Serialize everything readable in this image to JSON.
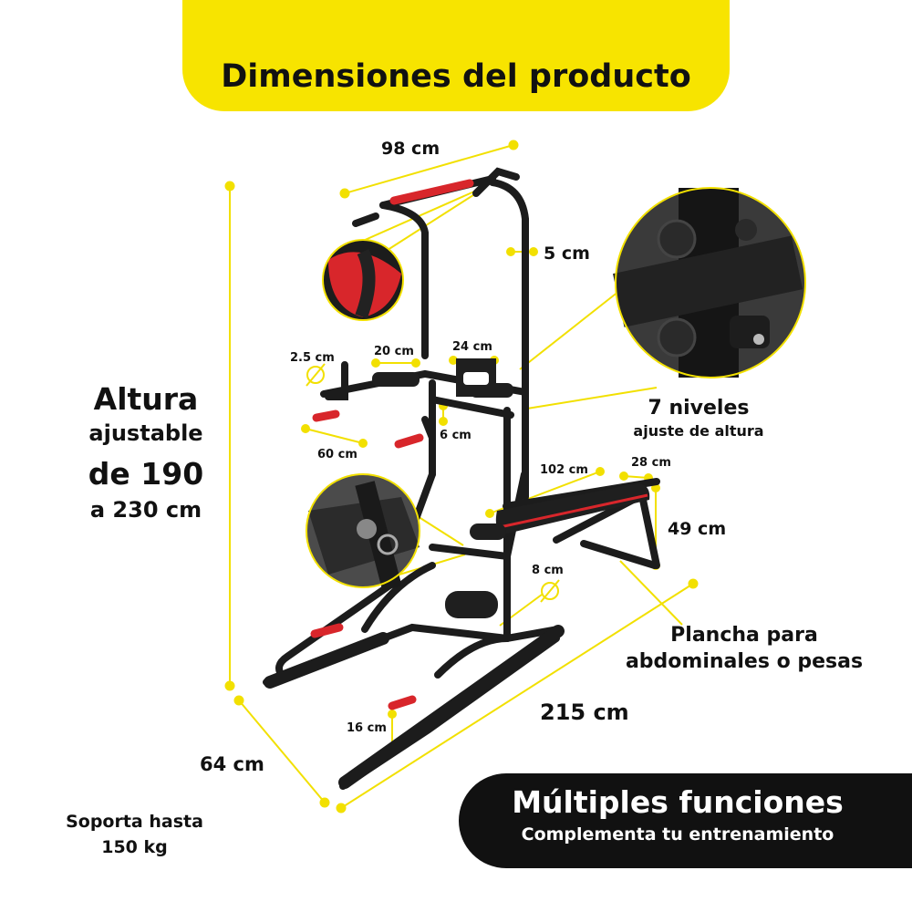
{
  "header": {
    "title": "Dimensiones del producto"
  },
  "dimensions": {
    "width_top": "98 cm",
    "bar_5": "5 cm",
    "grip_diam": "2.5 cm",
    "pad_20": "20 cm",
    "back_24": "24 cm",
    "arm_60": "60 cm",
    "gap_6": "6 cm",
    "bench_102": "102 cm",
    "bench_28": "28 cm",
    "bench_49": "49 cm",
    "tube_8": "8 cm",
    "foot_16": "16 cm",
    "depth_64": "64 cm",
    "length_215": "215 cm"
  },
  "height": {
    "line1": "Altura",
    "line2": "ajustable",
    "line3": "de 190",
    "line4": "a 230 cm"
  },
  "levels": {
    "title": "7 niveles",
    "subtitle": "ajuste de altura"
  },
  "bench": {
    "line1": "Plancha para",
    "line2": "abdominales o pesas"
  },
  "capacity": {
    "line1": "Soporta hasta",
    "line2": "150 kg"
  },
  "badge": {
    "title": "Múltiples funciones",
    "subtitle": "Complementa tu entrenamiento"
  },
  "colors": {
    "accent": "#f7e400",
    "frame": "#1c1c1c",
    "grip": "#d8262b",
    "badge_bg": "#111111"
  }
}
